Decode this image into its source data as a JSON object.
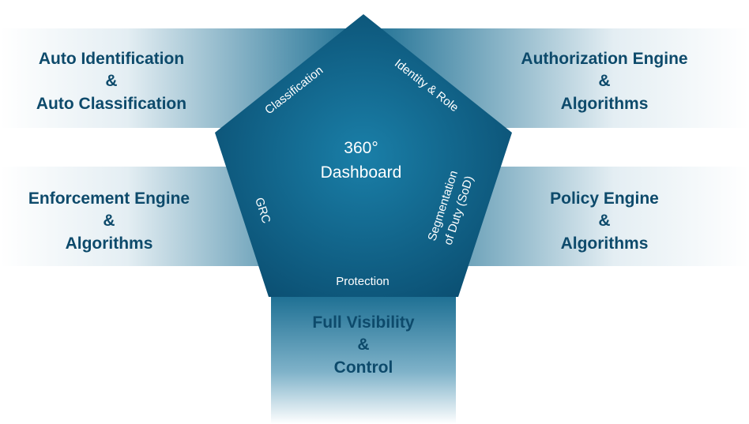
{
  "diagram": {
    "center": {
      "line1": "360°",
      "line2": "Dashboard"
    },
    "facets": {
      "classification": "Classification",
      "identity_role": "Identity & Role",
      "grc": "GRC",
      "segmentation_line1": "Segmentation",
      "segmentation_line2": "of Duty (SoD)",
      "protection": "Protection"
    },
    "bands": {
      "top_left": {
        "line1": "Auto Identification",
        "line2": "&",
        "line3": "Auto Classification"
      },
      "top_right": {
        "line1": "Authorization Engine",
        "line2": "&",
        "line3": "Algorithms"
      },
      "mid_left": {
        "line1": "Enforcement Engine",
        "line2": "&",
        "line3": "Algorithms"
      },
      "mid_right": {
        "line1": "Policy Engine",
        "line2": "&",
        "line3": "Algorithms"
      },
      "bottom": {
        "line1": "Full Visibility",
        "line2": "&",
        "line3": "Control"
      }
    },
    "colors": {
      "pentagon_center": "#1a7fa8",
      "pentagon_edge": "#0b4f72",
      "band_dark": "#1b6e92",
      "band_light": "#ffffff",
      "band_text": "#0d4a6b",
      "label_text": "#ffffff"
    }
  }
}
